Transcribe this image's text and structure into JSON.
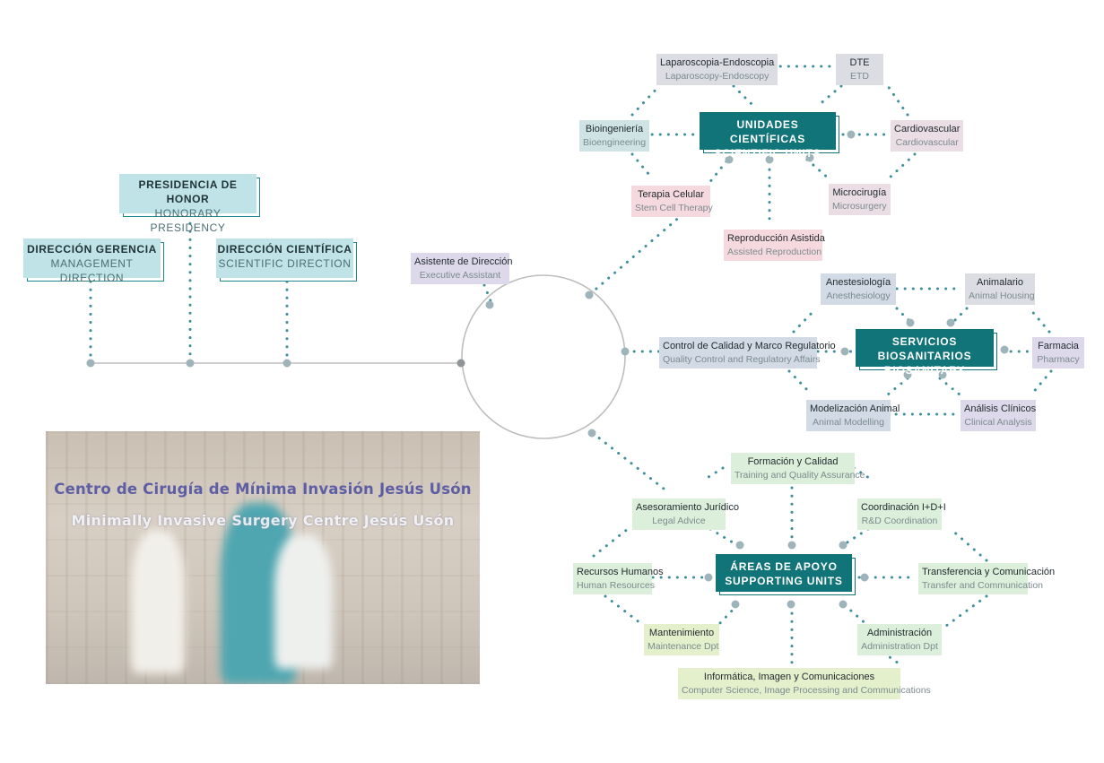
{
  "left": {
    "presidencia": {
      "es": "PRESIDENCIA DE HONOR",
      "en": "HONORARY PRESIDENCY"
    },
    "gerencia": {
      "es": "DIRECCIÓN GERENCIA",
      "en": "MANAGEMENT DIRECTION"
    },
    "cientifica": {
      "es": "DIRECCIÓN CIENTÍFICA",
      "en": "SCIENTIFIC DIRECTION"
    }
  },
  "asistente": {
    "es": "Asistente de Dirección",
    "en": "Executive Assistant"
  },
  "scientific": {
    "hub": {
      "es": "UNIDADES CIENTÍFICAS",
      "en": "SCIENTIFIC UNITS"
    },
    "laparoscopia": {
      "es": "Laparoscopia-Endoscopia",
      "en": "Laparoscopy-Endoscopy"
    },
    "dte": {
      "es": "DTE",
      "en": "ETD"
    },
    "bioingenieria": {
      "es": "Bioingeniería",
      "en": "Bioengineering"
    },
    "cardiovascular": {
      "es": "Cardiovascular",
      "en": "Cardiovascular"
    },
    "terapia": {
      "es": "Terapia Celular",
      "en": "Stem Cell Therapy"
    },
    "microcirugia": {
      "es": "Microcirugía",
      "en": "Microsurgery"
    },
    "reproduccion": {
      "es": "Reproducción Asistida",
      "en": "Assisted Reproduction"
    }
  },
  "biosanitary": {
    "hub": {
      "es": "SERVICIOS BIOSANITARIOS",
      "en": "BIOSANITARY SERVICES"
    },
    "anestesiologia": {
      "es": "Anestesiología",
      "en": "Anesthesiology"
    },
    "animalario": {
      "es": "Animalario",
      "en": "Animal Housing"
    },
    "control": {
      "es": "Control de Calidad y Marco Regulatorio",
      "en": "Quality Control and Regulatory Affairs"
    },
    "farmacia": {
      "es": "Farmacia",
      "en": "Pharmacy"
    },
    "modelizacion": {
      "es": "Modelización Animal",
      "en": "Animal Modelling"
    },
    "analisis": {
      "es": "Análisis Clínicos",
      "en": "Clinical Analysis"
    }
  },
  "supporting": {
    "hub": {
      "es": "ÁREAS DE APOYO",
      "en": "SUPPORTING UNITS"
    },
    "formacion": {
      "es": "Formación y Calidad",
      "en": "Training and Quality Assurance"
    },
    "asesoramiento": {
      "es": "Asesoramiento Jurídico",
      "en": "Legal Advice"
    },
    "coordinacion": {
      "es": "Coordinación I+D+I",
      "en": "R&D Coordination"
    },
    "recursos": {
      "es": "Recursos Humanos",
      "en": "Human Resources"
    },
    "transferencia": {
      "es": "Transferencia y Comunicación",
      "en": "Transfer and Communication"
    },
    "mantenimiento": {
      "es": "Mantenimiento",
      "en": "Maintenance Dpt"
    },
    "administracion": {
      "es": "Administración",
      "en": "Administration Dpt"
    },
    "informatica": {
      "es": "Informática, Imagen y Comunicaciones",
      "en": "Computer Science, Image Processing and Communications"
    }
  },
  "photo": {
    "sign_es": "Centro de Cirugía de Mínima Invasión Jesús Usón",
    "sign_en": "Minimally Invasive Surgery Centre Jesús Usón"
  },
  "colors": {
    "hub": "#117479",
    "dots": "#3f8f9a",
    "connector_dot": "#9fb4ba",
    "line": "#bdbdbd"
  }
}
